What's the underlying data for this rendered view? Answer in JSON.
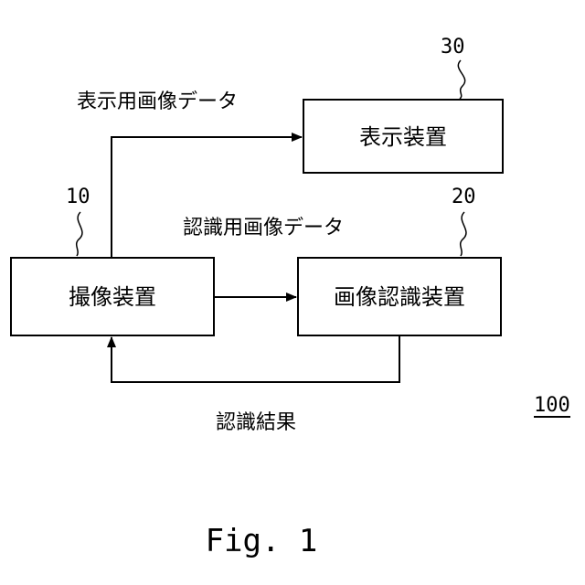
{
  "blocks": {
    "imaging": {
      "label": "撮像装置",
      "ref": "10"
    },
    "recognition": {
      "label": "画像認識装置",
      "ref": "20"
    },
    "display": {
      "label": "表示装置",
      "ref": "30"
    }
  },
  "edges": {
    "display_data": "表示用画像データ",
    "recognition_data": "認識用画像データ",
    "recognition_result": "認識結果"
  },
  "system_ref": "100",
  "caption": "Fig. 1"
}
